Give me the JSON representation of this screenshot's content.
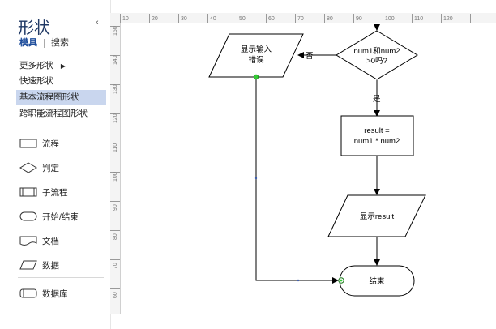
{
  "panel": {
    "title": "形状",
    "collapse_glyph": "‹",
    "tabs": [
      {
        "label": "模具",
        "active": true
      },
      {
        "label": "搜索",
        "active": false
      }
    ],
    "more_shapes": {
      "label": "更多形状",
      "arrow": "▶"
    },
    "stencils": [
      {
        "label": "快速形状"
      },
      {
        "label": "基本流程图形状",
        "selected": true
      },
      {
        "label": "跨职能流程图形状"
      }
    ],
    "shapes": [
      {
        "label": "流程",
        "icon": "process-shape-icon"
      },
      {
        "label": "判定",
        "icon": "decision-shape-icon"
      },
      {
        "label": "子流程",
        "icon": "subprocess-shape-icon"
      },
      {
        "label": "开始/结束",
        "icon": "terminator-shape-icon"
      },
      {
        "label": "文档",
        "icon": "document-shape-icon"
      },
      {
        "label": "数据",
        "icon": "data-shape-icon"
      },
      {
        "label": "数据库",
        "icon": "database-shape-icon"
      }
    ]
  },
  "rulers": {
    "top_labels": [
      "10",
      "20",
      "30",
      "40",
      "50",
      "60",
      "70",
      "80",
      "90",
      "100",
      "110",
      "120"
    ],
    "left_labels": [
      "150",
      "140",
      "130",
      "120",
      "110",
      "100",
      "90",
      "80",
      "70",
      "60"
    ]
  },
  "flowchart": {
    "decision": {
      "line1": "num1和num2",
      "line2": ">0吗?"
    },
    "no_label": "否",
    "yes_label": "是",
    "error_output": {
      "line1": "显示输入",
      "line2": "错误"
    },
    "calc": {
      "line1": "result =",
      "line2": "num1 * num2"
    },
    "result_output": "显示result",
    "end": "结束"
  },
  "colors": {
    "title": "#1f3864",
    "selected_bg": "#c9d6ee",
    "connector_handle": "#33cc33"
  }
}
